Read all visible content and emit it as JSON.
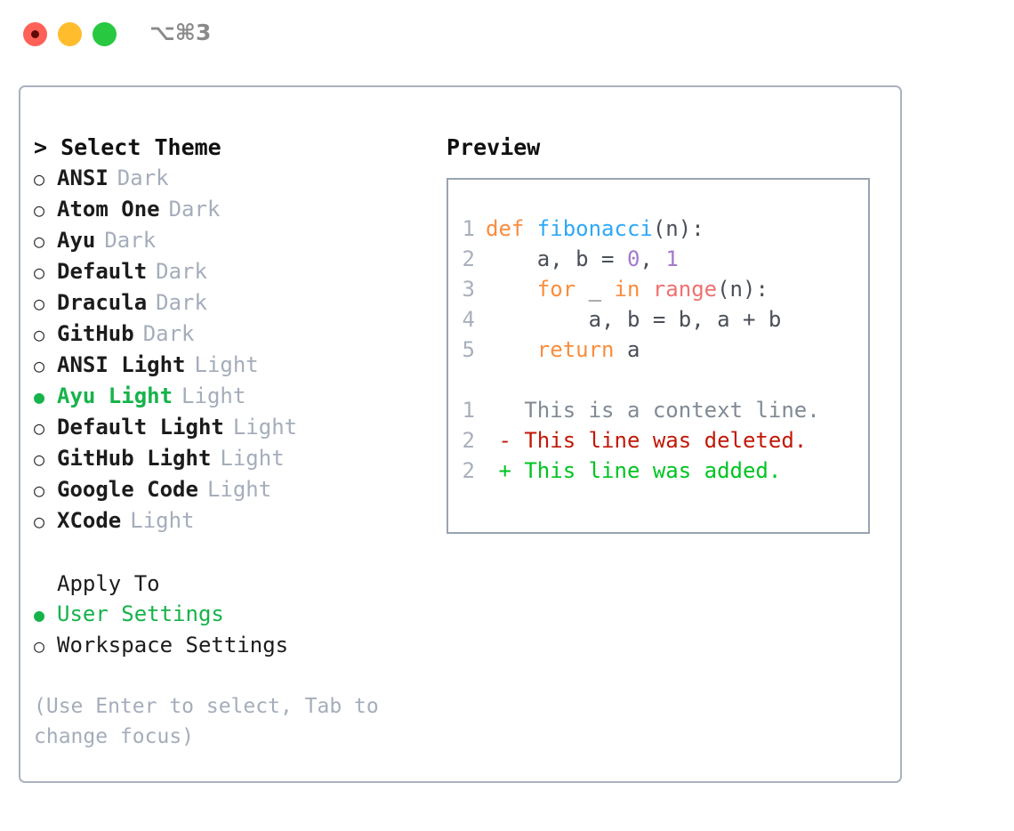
{
  "window": {
    "shortcut": "⌥⌘3",
    "controls": [
      {
        "name": "close",
        "color": "#ff6158"
      },
      {
        "name": "minimize",
        "color": "#ffbd2e"
      },
      {
        "name": "maximize",
        "color": "#28c840"
      }
    ]
  },
  "theme_panel": {
    "header": "> Select Theme",
    "options": [
      {
        "bullet": "○",
        "name": "ANSI",
        "kind": "Dark",
        "selected": false
      },
      {
        "bullet": "○",
        "name": "Atom One",
        "kind": "Dark",
        "selected": false
      },
      {
        "bullet": "○",
        "name": "Ayu",
        "kind": "Dark",
        "selected": false
      },
      {
        "bullet": "○",
        "name": "Default",
        "kind": "Dark",
        "selected": false
      },
      {
        "bullet": "○",
        "name": "Dracula",
        "kind": "Dark",
        "selected": false
      },
      {
        "bullet": "○",
        "name": "GitHub",
        "kind": "Dark",
        "selected": false
      },
      {
        "bullet": "○",
        "name": "ANSI Light",
        "kind": "Light",
        "selected": false
      },
      {
        "bullet": "●",
        "name": "Ayu Light",
        "kind": "Light",
        "selected": true
      },
      {
        "bullet": "○",
        "name": "Default Light",
        "kind": "Light",
        "selected": false
      },
      {
        "bullet": "○",
        "name": "GitHub Light",
        "kind": "Light",
        "selected": false
      },
      {
        "bullet": "○",
        "name": "Google Code",
        "kind": "Light",
        "selected": false
      },
      {
        "bullet": "○",
        "name": "XCode",
        "kind": "Light",
        "selected": false
      }
    ]
  },
  "apply_to": {
    "title": "Apply To",
    "options": [
      {
        "bullet": "●",
        "label": "User Settings",
        "selected": true
      },
      {
        "bullet": "○",
        "label": "Workspace Settings",
        "selected": false
      }
    ]
  },
  "hint": "(Use Enter to select, Tab to change focus)",
  "preview": {
    "header": "Preview",
    "code_lines": [
      {
        "number": "1",
        "tokens": [
          {
            "text": "def ",
            "style": "kw"
          },
          {
            "text": "fibonacci",
            "style": "fn"
          },
          {
            "text": "(n):",
            "style": "plain"
          }
        ]
      },
      {
        "number": "2",
        "tokens": [
          {
            "text": "    a, b = ",
            "style": "plain"
          },
          {
            "text": "0",
            "style": "num"
          },
          {
            "text": ", ",
            "style": "plain"
          },
          {
            "text": "1",
            "style": "num"
          }
        ]
      },
      {
        "number": "3",
        "tokens": [
          {
            "text": "    for ",
            "style": "kw"
          },
          {
            "text": "_ ",
            "style": "plain"
          },
          {
            "text": "in ",
            "style": "kw"
          },
          {
            "text": "range",
            "style": "call"
          },
          {
            "text": "(n):",
            "style": "plain"
          }
        ]
      },
      {
        "number": "4",
        "tokens": [
          {
            "text": "        a, b = b, a + b",
            "style": "plain"
          }
        ]
      },
      {
        "number": "5",
        "tokens": [
          {
            "text": "    return ",
            "style": "kw"
          },
          {
            "text": "a",
            "style": "plain"
          }
        ]
      }
    ],
    "diff_lines": [
      {
        "number": "1",
        "tokens": [
          {
            "text": "   This is a context line.",
            "style": "ctx"
          }
        ]
      },
      {
        "number": "2",
        "tokens": [
          {
            "text": " - This line was deleted.",
            "style": "del"
          }
        ]
      },
      {
        "number": "2",
        "tokens": [
          {
            "text": " + This line was added.",
            "style": "add"
          }
        ]
      }
    ]
  },
  "colors": {
    "accent_green": "#16b34a",
    "muted_gray": "#a5adbb",
    "border": "#aab2c0",
    "preview_border": "#9aa3b2",
    "keyword_orange": "#fa8d3e",
    "function_blue": "#2ea8f7",
    "number_purple": "#a37acc",
    "call_red": "#f07171",
    "diff_delete": "#c21807",
    "diff_add": "#00c421"
  }
}
